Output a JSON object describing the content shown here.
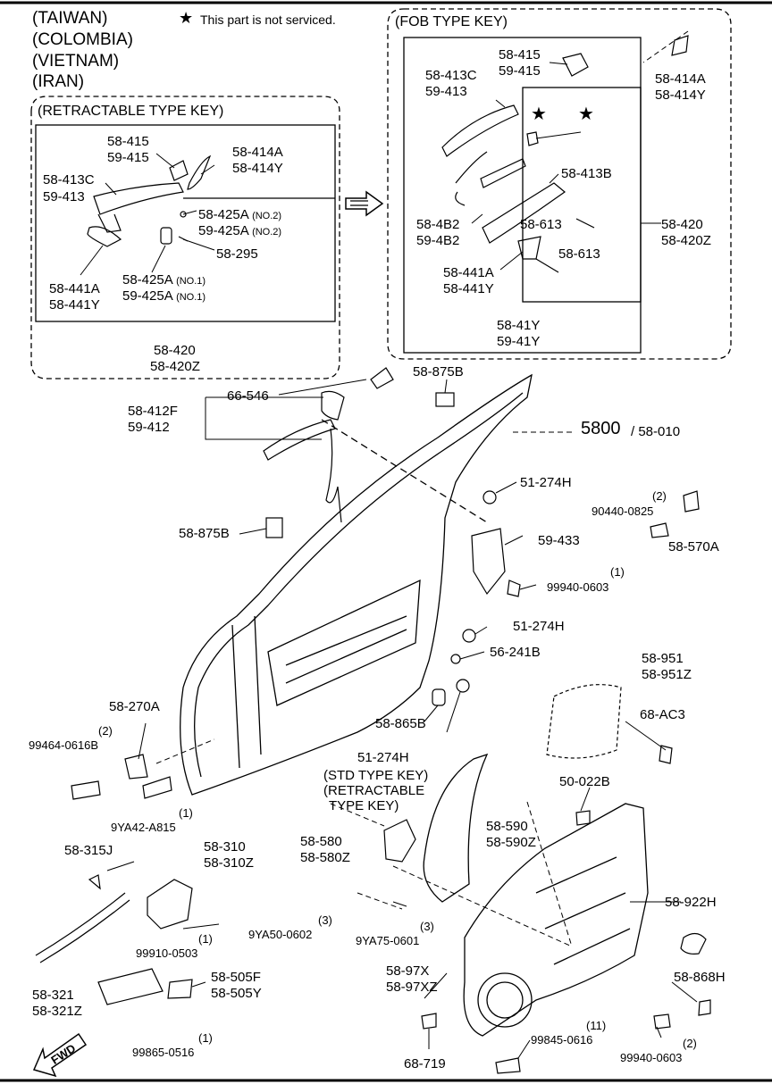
{
  "regions": [
    "(TAIWAN)",
    "(COLOMBIA)",
    "(VIETNAM)",
    "(IRAN)"
  ],
  "legend": {
    "symbol": "★",
    "text": "This part is not serviced."
  },
  "boxes": {
    "retractable_title": "(RETRACTABLE TYPE KEY)",
    "fob_title": "(FOB TYPE KEY)"
  },
  "labels": {
    "r_58_415": "58-415",
    "r_59_415": "59-415",
    "r_58_414A": "58-414A",
    "r_58_414Y": "58-414Y",
    "r_58_413C": "58-413C",
    "r_59_413": "59-413",
    "r_58_425A_no2": "58-425A",
    "r_59_425A_no2": "59-425A",
    "no2": "(NO.2)",
    "r_58_295": "58-295",
    "r_58_441A": "58-441A",
    "r_58_441Y": "58-441Y",
    "r_58_425A_no1": "58-425A",
    "r_59_425A_no1": "59-425A",
    "no1": "(NO.1)",
    "r_58_420": "58-420",
    "r_58_420Z": "58-420Z",
    "f_58_415": "58-415",
    "f_59_415": "59-415",
    "f_58_413C": "58-413C",
    "f_59_413": "59-413",
    "f_58_414A": "58-414A",
    "f_58_414Y": "58-414Y",
    "f_58_413B": "58-413B",
    "f_58_4B2": "58-4B2",
    "f_59_4B2": "59-4B2",
    "f_58_613a": "58-613",
    "f_58_613b": "58-613",
    "f_58_420": "58-420",
    "f_58_420Z": "58-420Z",
    "f_58_441A": "58-441A",
    "f_58_441Y": "58-441Y",
    "f_58_41Y": "58-41Y",
    "f_59_41Y": "59-41Y",
    "m_66_546": "66-546",
    "m_58_412F": "58-412F",
    "m_59_412": "59-412",
    "m_58_875B_top": "58-875B",
    "m_5800": "5800",
    "m_58_010": "/ 58-010",
    "m_51_274H_a": "51-274H",
    "m_q2a": "(2)",
    "m_90440_0825": "90440-0825",
    "m_58_570A": "58-570A",
    "m_58_875B_left": "58-875B",
    "m_59_433": "59-433",
    "m_q1a": "(1)",
    "m_99940_0603a": "99940-0603",
    "m_51_274H_b": "51-274H",
    "m_56_241B": "56-241B",
    "m_58_951": "58-951",
    "m_58_951Z": "58-951Z",
    "m_58_270A": "58-270A",
    "m_q2b": "(2)",
    "m_99464_0616B": "99464-0616B",
    "m_68_AC3": "68-AC3",
    "m_58_865B": "58-865B",
    "m_51_274H_c": "51-274H",
    "m_std1": "(STD TYPE KEY)",
    "m_std2": "(RETRACTABLE",
    "m_std3": "TYPE KEY)",
    "m_50_022B": "50-022B",
    "m_q1b": "(1)",
    "m_9YA42_A815": "9YA42-A815",
    "m_58_315J": "58-315J",
    "m_58_310": "58-310",
    "m_58_310Z": "58-310Z",
    "m_58_580": "58-580",
    "m_58_580Z": "58-580Z",
    "m_58_590": "58-590",
    "m_58_590Z": "58-590Z",
    "m_q3a": "(3)",
    "m_9YA50_0602": "9YA50-0602",
    "m_q3b": "(3)",
    "m_9YA75_0601": "9YA75-0601",
    "m_58_922H": "58-922H",
    "m_q1c": "(1)",
    "m_99910_0503": "99910-0503",
    "m_58_321": "58-321",
    "m_58_321Z": "58-321Z",
    "m_58_505F": "58-505F",
    "m_58_505Y": "58-505Y",
    "m_58_97X": "58-97X",
    "m_58_97XZ": "58-97XZ",
    "m_58_868H": "58-868H",
    "m_q1d": "(1)",
    "m_99865_0516": "99865-0516",
    "m_68_719": "68-719",
    "m_q11": "(11)",
    "m_99845_0616": "99845-0616",
    "m_q2c": "(2)",
    "m_99940_0603b": "99940-0603",
    "fwd": "FWD"
  },
  "colors": {
    "ink": "#000000",
    "paper": "#ffffff"
  }
}
